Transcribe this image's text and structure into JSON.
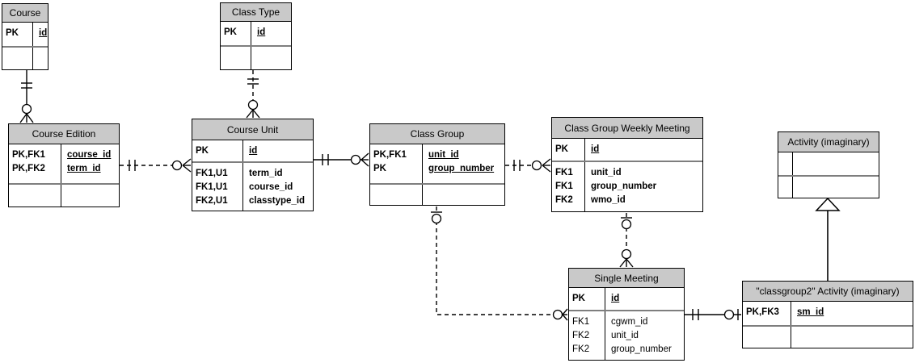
{
  "colors": {
    "header_fill": "#c9c9c9",
    "border": "#000000",
    "section_divider": "#7e7e7e",
    "background": "#ffffff"
  },
  "entities": {
    "course": {
      "title": "Course",
      "pk": [
        {
          "key": "PK",
          "name": "id"
        }
      ]
    },
    "class_type": {
      "title": "Class Type",
      "pk": [
        {
          "key": "PK",
          "name": "id"
        }
      ]
    },
    "course_edition": {
      "title": "Course Edition",
      "pk": [
        {
          "key": "PK,FK1",
          "name": "course_id"
        },
        {
          "key": "PK,FK2",
          "name": "term_id"
        }
      ]
    },
    "course_unit": {
      "title": "Course Unit",
      "pk": [
        {
          "key": "PK",
          "name": "id"
        }
      ],
      "fk": [
        {
          "key": "FK1,U1",
          "name": "term_id"
        },
        {
          "key": "FK1,U1",
          "name": "course_id"
        },
        {
          "key": "FK2,U1",
          "name": "classtype_id"
        }
      ]
    },
    "class_group": {
      "title": "Class Group",
      "pk": [
        {
          "key": "PK,FK1",
          "name": "unit_id"
        },
        {
          "key": "PK",
          "name": "group_number"
        }
      ]
    },
    "class_group_weekly_meeting": {
      "title": "Class Group Weekly Meeting",
      "pk": [
        {
          "key": "PK",
          "name": "id"
        }
      ],
      "fk": [
        {
          "key": "FK1",
          "name": "unit_id"
        },
        {
          "key": "FK1",
          "name": "group_number"
        },
        {
          "key": "FK2",
          "name": "wmo_id"
        }
      ]
    },
    "activity": {
      "title": "Activity (imaginary)"
    },
    "single_meeting": {
      "title": "Single Meeting",
      "pk": [
        {
          "key": "PK",
          "name": "id"
        }
      ],
      "fk": [
        {
          "key": "FK1",
          "name": "cgwm_id"
        },
        {
          "key": "FK2",
          "name": "unit_id"
        },
        {
          "key": "FK2",
          "name": "group_number"
        }
      ]
    },
    "classgroup2_activity": {
      "title": "\"classgroup2\" Activity (imaginary)",
      "pk": [
        {
          "key": "PK,FK3",
          "name": "sm_id"
        }
      ]
    }
  },
  "relationships": [
    {
      "from": "Course",
      "to": "Course Edition",
      "from_end": "exactly one",
      "to_end": "zero or many",
      "line": "solid"
    },
    {
      "from": "Class Type",
      "to": "Course Unit",
      "from_end": "exactly one",
      "to_end": "zero or many",
      "line": "dashed"
    },
    {
      "from": "Course Edition",
      "to": "Course Unit",
      "from_end": "exactly one",
      "to_end": "zero or many",
      "line": "dashed"
    },
    {
      "from": "Course Unit",
      "to": "Class Group",
      "from_end": "exactly one",
      "to_end": "zero or many",
      "line": "solid"
    },
    {
      "from": "Class Group",
      "to": "Class Group Weekly Meeting",
      "from_end": "exactly one",
      "to_end": "zero or many",
      "line": "dashed"
    },
    {
      "from": "Class Group",
      "to": "Single Meeting",
      "from_end": "zero or one",
      "to_end": "zero or many",
      "line": "dashed"
    },
    {
      "from": "Class Group Weekly Meeting",
      "to": "Single Meeting",
      "from_end": "zero or one",
      "to_end": "zero or many",
      "line": "dashed"
    },
    {
      "from": "Single Meeting",
      "to": "\"classgroup2\" Activity (imaginary)",
      "from_end": "exactly one",
      "to_end": "zero or one",
      "line": "solid"
    },
    {
      "from": "Activity (imaginary)",
      "to": "\"classgroup2\" Activity (imaginary)",
      "type": "inheritance",
      "line": "solid"
    }
  ]
}
